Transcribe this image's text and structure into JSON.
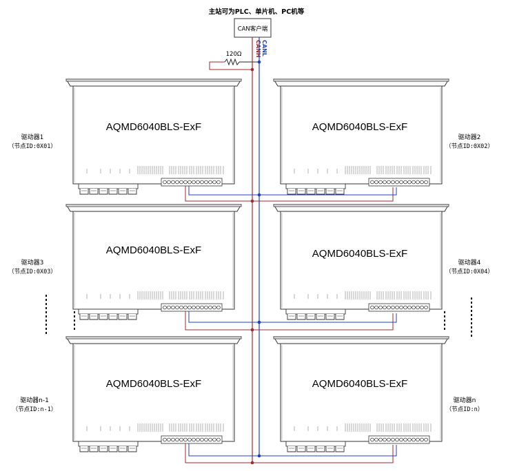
{
  "header_note": "主站可为PLC、单片机、PC机等",
  "can_client_label": "CAN客户端",
  "canh_label": "CANH",
  "canl_label": "CANL",
  "resistor_label": "120Ω",
  "colors": {
    "canh_wire": "#a0282d",
    "canl_wire": "#1f3fbf",
    "outline": "#333333",
    "dot": "#1f3fbf"
  },
  "drivers": [
    {
      "model": "AQMD6040BLS-ExF",
      "name": "驱动器1",
      "node": "（节点ID:0X01）"
    },
    {
      "model": "AQMD6040BLS-ExF",
      "name": "驱动器2",
      "node": "（节点ID:0X02）"
    },
    {
      "model": "AQMD6040BLS-ExF",
      "name": "驱动器3",
      "node": "（节点ID:0X03）"
    },
    {
      "model": "AQMD6040BLS-ExF",
      "name": "驱动器4",
      "node": "（节点ID:0X04）"
    },
    {
      "model": "AQMD6040BLS-ExF",
      "name": "驱动器n-1",
      "node": "（节点ID:n-1）"
    },
    {
      "model": "AQMD6040BLS-ExF",
      "name": "驱动器n",
      "node": "（节点ID:n）"
    }
  ]
}
